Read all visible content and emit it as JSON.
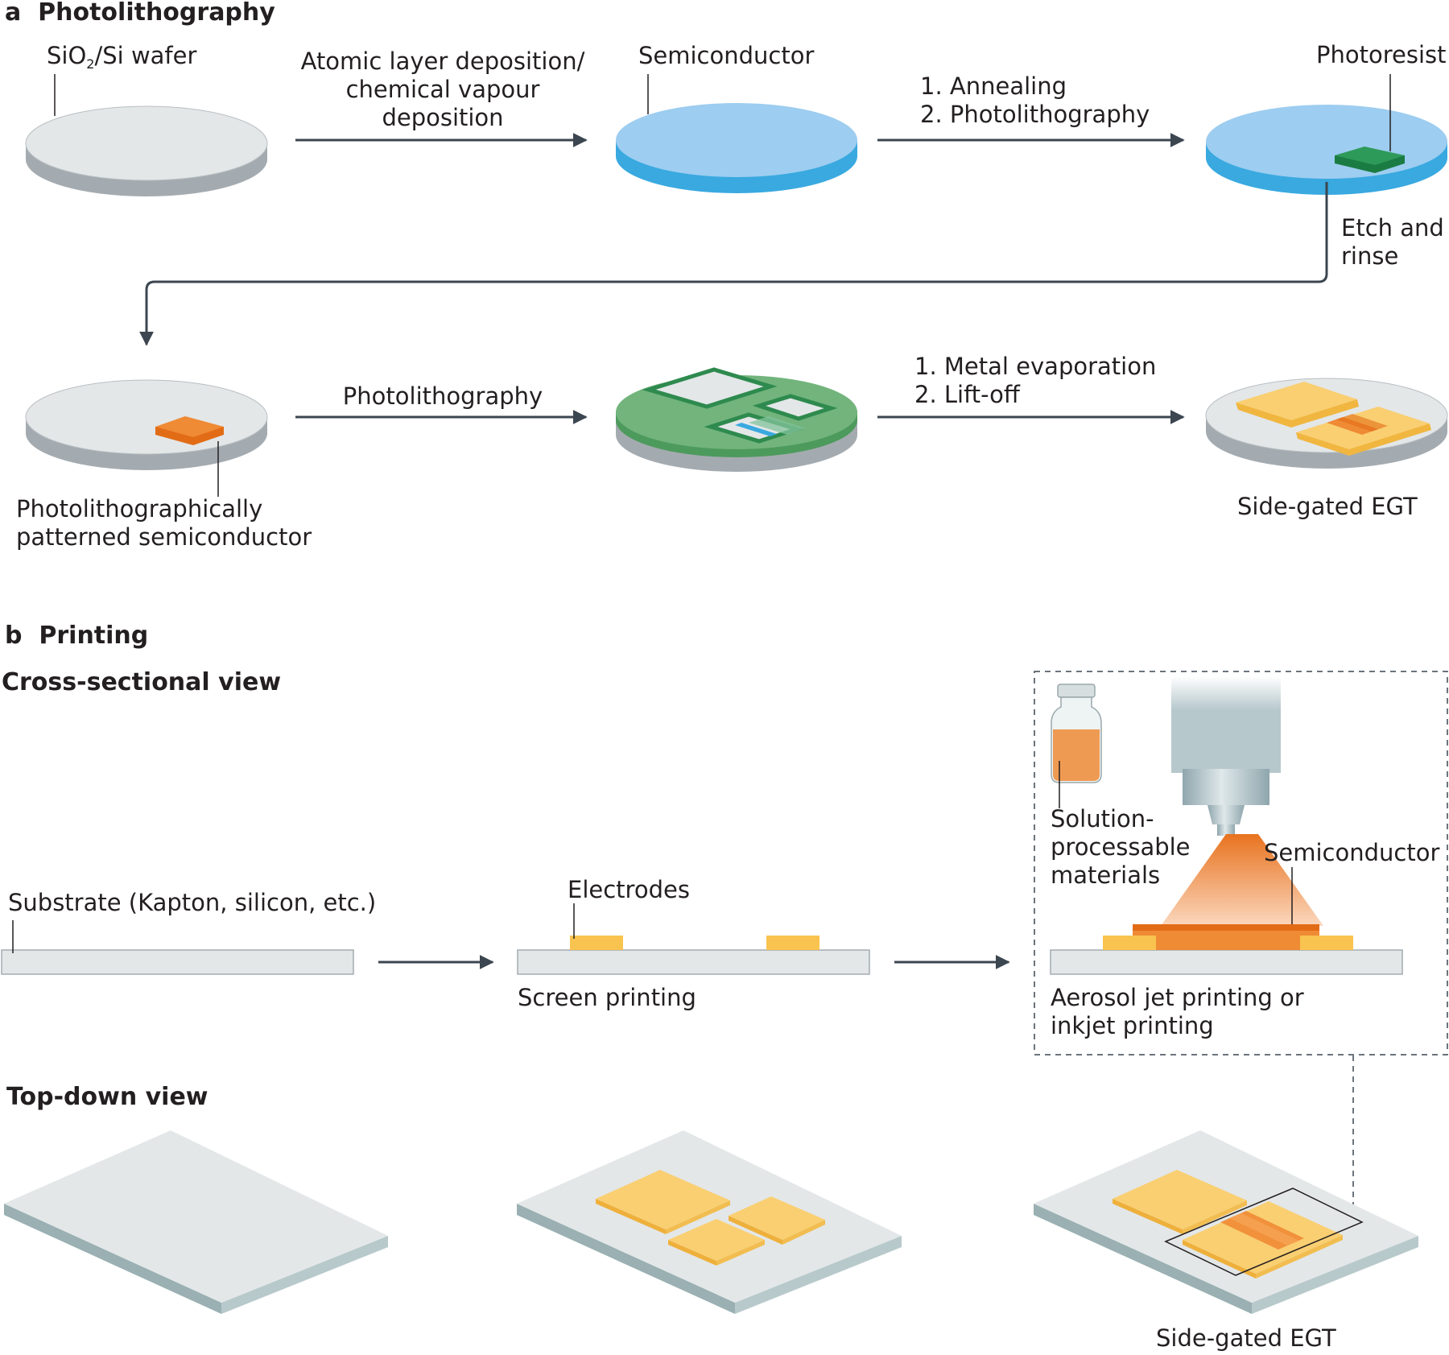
{
  "panel_a": {
    "letter": "a",
    "title": "Photolithography",
    "wafer_label": "SiO",
    "wafer_label_sub": "2",
    "wafer_label_rest": "/Si wafer",
    "step1": "Atomic layer deposition/\nchemical vapour\ndeposition",
    "semiconductor_label": "Semiconductor",
    "step2": "1. Annealing\n2. Photolithography",
    "photoresist_label": "Photoresist",
    "etch_label": "Etch and\nrinse",
    "patterned_label": "Photolithographically\npatterned semiconductor",
    "step3": "Photolithography",
    "step4": "1. Metal evaporation\n2. Lift-off",
    "result_label": "Side-gated EGT"
  },
  "panel_b": {
    "letter": "b",
    "title": "Printing",
    "cross_title": "Cross-sectional view",
    "substrate_label": "Substrate (Kapton, silicon, etc.)",
    "electrodes_label": "Electrodes",
    "screen_label": "Screen printing",
    "solution_label": "Solution-\nprocessable\nmaterials",
    "semiconductor_label": "Semiconductor",
    "aerosol_label": "Aerosol jet printing or\ninkjet printing",
    "topdown_title": "Top-down view",
    "result_label": "Side-gated EGT"
  },
  "colors": {
    "wafer_top": "#e3e7e8",
    "wafer_side": "#a4abb0",
    "semiconductor_top": "#9dcdf0",
    "semiconductor_side": "#39a9e0",
    "photoresist": "#2e9a5a",
    "patterned": "#ef8a35",
    "mask_green": "#72b47c",
    "electrode": "#f9c34f",
    "arrow": "#3c4650"
  }
}
